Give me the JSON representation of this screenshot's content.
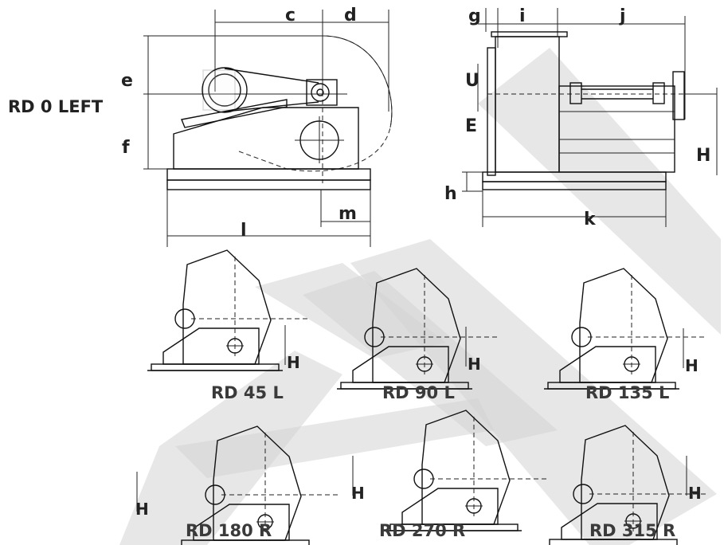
{
  "main_view": {
    "title": "RD 0 LEFT",
    "dims": {
      "c": "c",
      "d": "d",
      "e": "e",
      "f": "f",
      "l": "l",
      "m": "m"
    }
  },
  "side_view": {
    "dims": {
      "g": "g",
      "i": "i",
      "j": "j",
      "U": "U",
      "E": "E",
      "H": "H",
      "h": "h",
      "k": "k"
    }
  },
  "variants": [
    {
      "caption": "RD 45 L",
      "dim": "H"
    },
    {
      "caption": "RD 90 L",
      "dim": "H"
    },
    {
      "caption": "RD 135 L",
      "dim": "H"
    },
    {
      "caption": "RD 180 R",
      "dim": "H"
    },
    {
      "caption": "RD 270 R",
      "dim": "H"
    },
    {
      "caption": "RD 315 R",
      "dim": "H"
    }
  ],
  "colors": {
    "line": "#111111",
    "watermark": "#d4d4d4",
    "caption": "#3a3a3a"
  }
}
